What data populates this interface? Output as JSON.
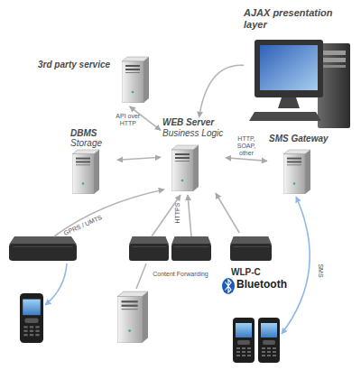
{
  "diagram": {
    "nodes": [
      {
        "text": [
          "AJAX presentation layer"
        ]
      },
      {
        "text": [
          "3rd party service"
        ]
      },
      {
        "text": [
          "WEB Server",
          "Business Logic"
        ]
      },
      {
        "text": [
          "DBMS",
          "Storage"
        ]
      },
      {
        "text": [
          "SMS Gateway"
        ]
      },
      {
        "text": [
          "WLP-C"
        ]
      }
    ],
    "edges": [
      {
        "from": 1,
        "to": 2,
        "label": "API over HTTP",
        "arrow": "both"
      },
      {
        "from": 3,
        "to": 2,
        "arrow": "both"
      },
      {
        "from": 2,
        "to": 4,
        "label": "HTTP, SOAP, other",
        "arrow": "both"
      },
      {
        "from": 0,
        "to": 2,
        "arrow": "to"
      },
      {
        "from": 5,
        "to": 2,
        "arrow": "to"
      }
    ],
    "labels": [
      "GPRS / UMTS",
      "HTTPS",
      "Content Forwarding",
      "Bluetooth",
      "SMS"
    ]
  }
}
